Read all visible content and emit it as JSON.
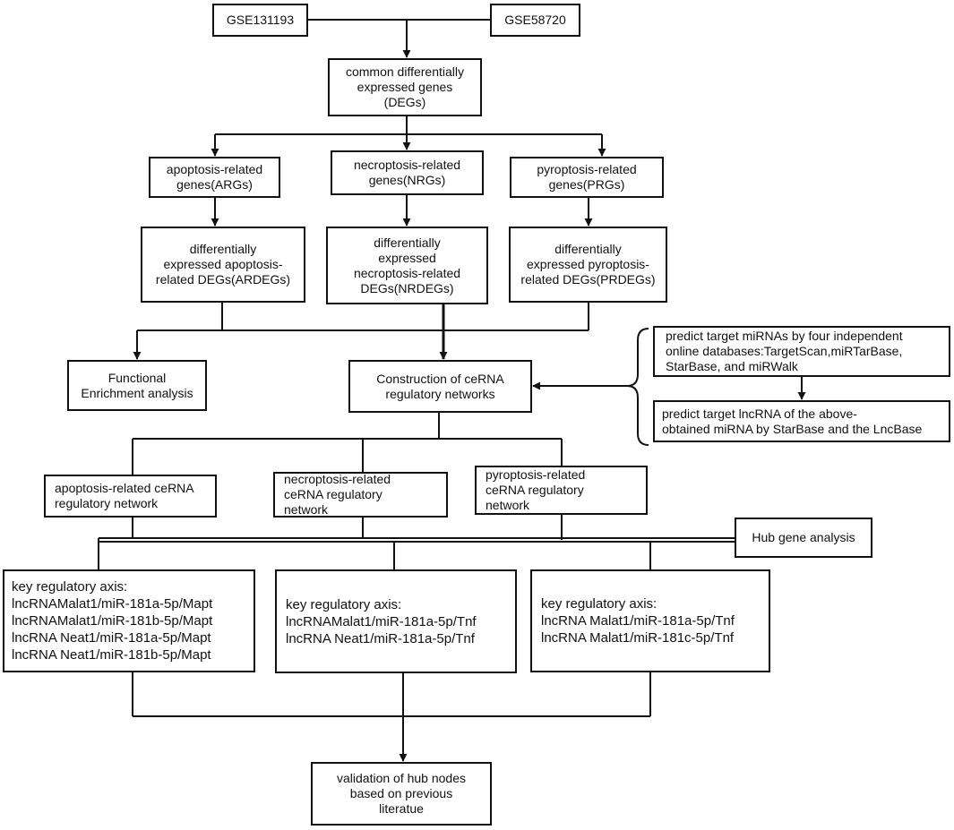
{
  "nodes": [
    {
      "id": "gse131193",
      "lines": [
        "GSE131193"
      ]
    },
    {
      "id": "gse58720",
      "lines": [
        "GSE58720"
      ]
    },
    {
      "id": "degs",
      "lines": [
        "common differentially",
        "expressed genes",
        "(DEGs)"
      ]
    },
    {
      "id": "args",
      "lines": [
        "apoptosis-related",
        "genes(ARGs)"
      ]
    },
    {
      "id": "nrgs",
      "lines": [
        "necroptosis-related",
        "genes(NRGs)"
      ]
    },
    {
      "id": "prgs",
      "lines": [
        "pyroptosis-related",
        "genes(PRGs)"
      ]
    },
    {
      "id": "ardegs",
      "lines": [
        "differentially",
        "expressed apoptosis-",
        "related DEGs(ARDEGs)"
      ]
    },
    {
      "id": "nrdegs",
      "lines": [
        "differentially",
        "expressed",
        "necroptosis-related",
        "DEGs(NRDEGs)"
      ]
    },
    {
      "id": "prdegs",
      "lines": [
        "differentially",
        "expressed pyroptosis-",
        "related DEGs(PRDEGs)"
      ]
    },
    {
      "id": "functional",
      "lines": [
        "Functional",
        "Enrichment analysis"
      ]
    },
    {
      "id": "cerna",
      "lines": [
        "Construction of ceRNA",
        "regulatory networks"
      ]
    },
    {
      "id": "predict-mirna",
      "lines": [
        "predict target miRNAs by four independent",
        "online databases:TargetScan,miRTarBase,",
        "StarBase, and miRWalk"
      ]
    },
    {
      "id": "predict-lncrna",
      "lines": [
        "predict target lncRNA of the above-",
        "obtained miRNA by StarBase and the LncBase"
      ]
    },
    {
      "id": "apo-net",
      "lines": [
        "apoptosis-related ceRNA",
        "regulatory network"
      ]
    },
    {
      "id": "nec-net",
      "lines": [
        "necroptosis-related",
        "ceRNA regulatory",
        "network"
      ]
    },
    {
      "id": "pyr-net",
      "lines": [
        "pyroptosis-related",
        "ceRNA regulatory",
        "network"
      ]
    },
    {
      "id": "hub",
      "lines": [
        "Hub gene analysis"
      ]
    },
    {
      "id": "axis-apo",
      "lines": [
        "key regulatory axis:",
        "lncRNAMalat1/miR-181a-5p/Mapt",
        "lncRNAMalat1/miR-181b-5p/Mapt",
        "lncRNA Neat1/miR-181a-5p/Mapt",
        "lncRNA Neat1/miR-181b-5p/Mapt"
      ]
    },
    {
      "id": "axis-nec",
      "lines": [
        "key regulatory axis:",
        "lncRNAMalat1/miR-181a-5p/Tnf",
        "lncRNA Neat1/miR-181a-5p/Tnf"
      ]
    },
    {
      "id": "axis-pyr",
      "lines": [
        "key regulatory axis:",
        "lncRNA Malat1/miR-181a-5p/Tnf",
        "lncRNA Malat1/miR-181c-5p/Tnf"
      ]
    },
    {
      "id": "validation",
      "lines": [
        "validation of hub nodes",
        "based on previous",
        "literatue"
      ]
    }
  ],
  "colors": {
    "stroke": "#111111",
    "background": "#ffffff",
    "text": "#111111"
  }
}
